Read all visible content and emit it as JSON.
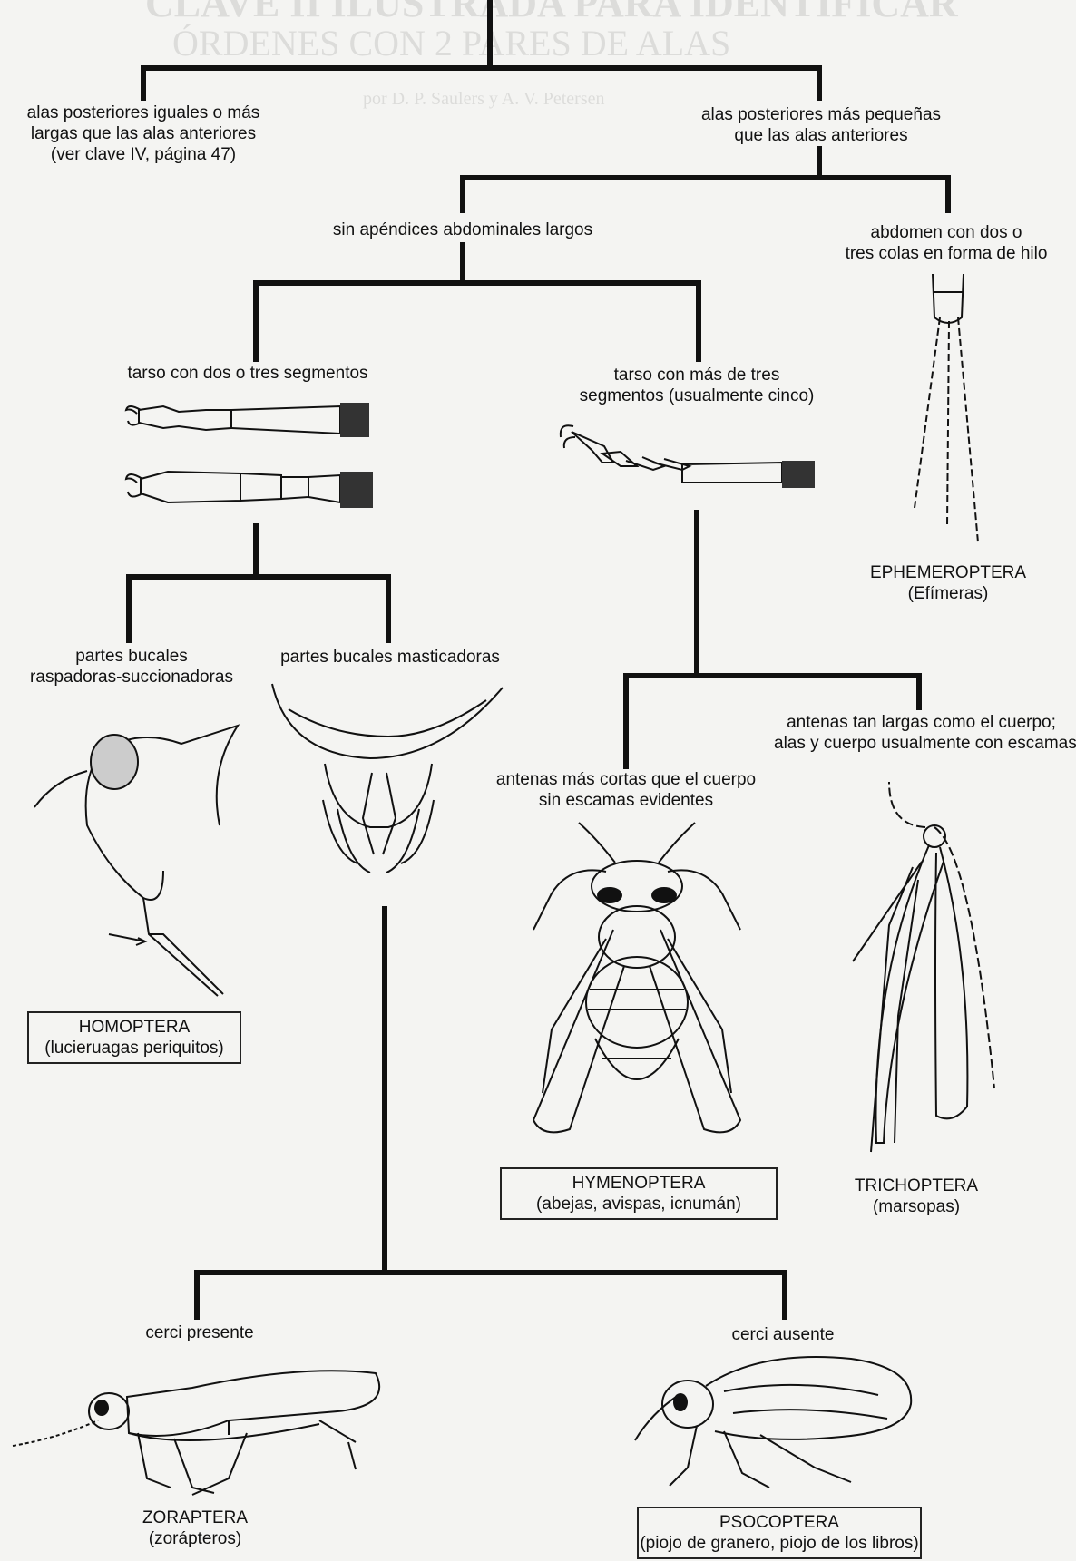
{
  "faded_background": {
    "title_line1": "CLAVE II ILUSTRADA PARA IDENTIFICAR",
    "title_line2": "ÓRDENES CON 2 PARES DE ALAS",
    "authors": "por D. P. Saulers y A. V. Petersen"
  },
  "key": {
    "hind_wings_equal_or_longer": [
      "alas posteriores iguales o más",
      "largas que las alas anteriores",
      "(ver clave IV, página 47)"
    ],
    "hind_wings_smaller": [
      "alas posteriores más pequeñas",
      "que las alas anteriores"
    ],
    "no_long_abdominal_appendages": [
      "sin apéndices abdominales largos"
    ],
    "abdomen_two_or_three_tails": [
      "abdomen con dos o",
      "tres colas en forma de hilo"
    ],
    "tarsus_two_or_three": [
      "tarso con dos o tres segmentos"
    ],
    "tarsus_more_than_three": [
      "tarso con más de tres",
      "segmentos (usualmente cinco)"
    ],
    "mouthparts_scraping_sucking": [
      "partes bucales",
      "raspadoras-succionadoras"
    ],
    "mouthparts_chewing": [
      "partes bucales masticadoras"
    ],
    "antennae_as_long_as_body": [
      "antenas tan largas como el cuerpo;",
      "alas y cuerpo usualmente con escamas"
    ],
    "antennae_shorter_than_body": [
      "antenas más cortas que el cuerpo",
      "sin escamas evidentes"
    ],
    "cerci_present": [
      "cerci presente"
    ],
    "cerci_absent": [
      "cerci ausente"
    ]
  },
  "orders": {
    "ephemeroptera": {
      "name": "EPHEMEROPTERA",
      "common": "(Efímeras)"
    },
    "homoptera": {
      "name": "HOMOPTERA",
      "common": "(lucieruagas periquitos)"
    },
    "hymenoptera": {
      "name": "HYMENOPTERA",
      "common": "(abejas, avispas, icnumán)"
    },
    "trichoptera": {
      "name": "TRICHOPTERA",
      "common": "(marsopas)"
    },
    "zoraptera": {
      "name": "ZORAPTERA",
      "common": "(zorápteros)"
    },
    "psocoptera": {
      "name": "PSOCOPTERA",
      "common": "(piojo de granero, piojo de los libros)"
    }
  },
  "colors": {
    "ink": "#111111",
    "paper": "#f4f4f2"
  },
  "icons": [
    "tarsus-2-segment-icon",
    "tarsus-3-segment-icon",
    "tarsus-5-segment-icon",
    "mayfly-abdomen-icon",
    "leafhopper-head-icon",
    "chewing-mouthparts-icon",
    "wasp-icon",
    "caddisfly-icon",
    "zorapteran-icon",
    "booklouse-icon"
  ]
}
